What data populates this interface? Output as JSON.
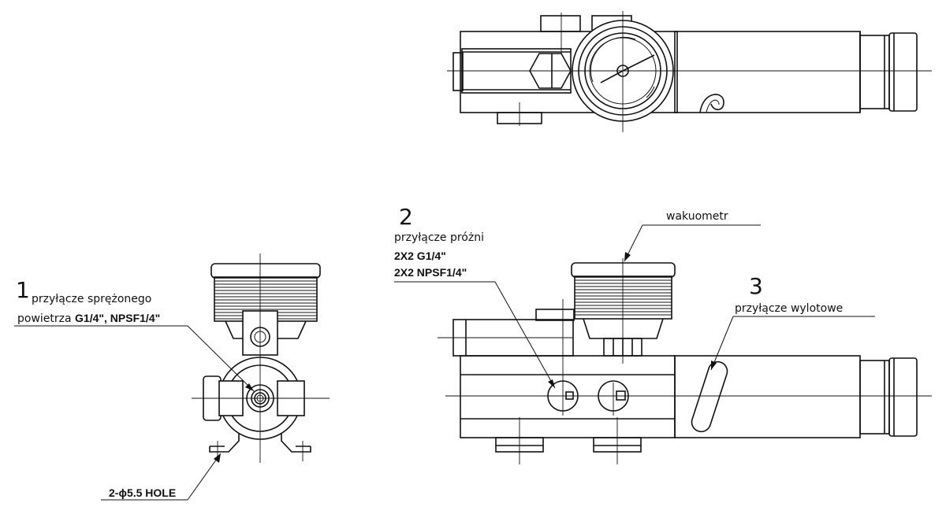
{
  "callouts": {
    "c1": {
      "number": "1",
      "line1": "przyłącze sprężonego",
      "line2_prefix": "powietrza",
      "line2_spec": "G1/4\", NPSF1/4\""
    },
    "c2": {
      "number": "2",
      "line1": "przyłącze próżni",
      "line2": "2X2 G1/4\"",
      "line3": "2X2 NPSF1/4\""
    },
    "c3": {
      "number": "3",
      "line1": "przyłącze wylotowe"
    },
    "gauge": {
      "label": "wakuometr"
    },
    "hole": {
      "label": "2-ϕ5.5 HOLE"
    }
  }
}
